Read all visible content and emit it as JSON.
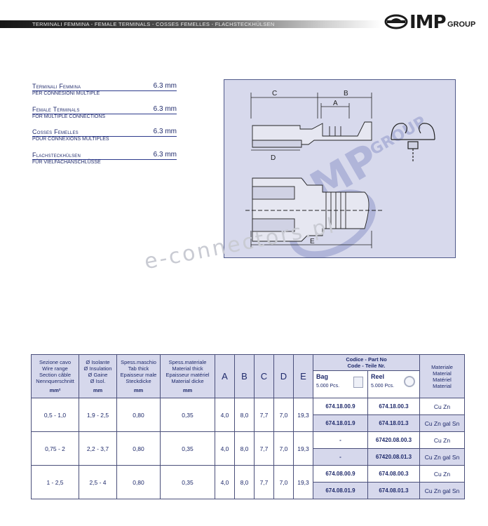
{
  "header": {
    "band_title": "TERMINALI FEMMINA - FEMALE TERMINALS - COSSES FEMELLES - FLACHSTECKHÜLSEN",
    "logo_main": "IMP",
    "logo_group": "GROUP"
  },
  "specs": [
    {
      "name": "Terminali Femmina",
      "value": "6.3 mm",
      "sub": "PER CONNESIONI MULTIPLE"
    },
    {
      "name": "Female Terminals",
      "value": "6.3 mm",
      "sub": "FOR MULTIPLE CONNECTIONS"
    },
    {
      "name": "Cosses Femelles",
      "value": "6.3 mm",
      "sub": "POUR CONNEXIONS MULTIPLES"
    },
    {
      "name": "Flachsteckhülsen",
      "value": "6.3 mm",
      "sub": "FÜR VIELFACHANSCHLÜSSE"
    }
  ],
  "drawing": {
    "dim_labels": {
      "a": "A",
      "b": "B",
      "c": "C",
      "d": "D",
      "e": "E"
    },
    "watermark_logo": "GROUP"
  },
  "watermark": "e-connectors.pl",
  "table": {
    "headers": {
      "section": [
        "Sezione cavo",
        "Wire range",
        "Section câble",
        "Nennquerschnitt"
      ],
      "section_unit": "mm²",
      "insul": [
        "Ø Isolante",
        "Ø Insulation",
        "Ø Gaine",
        "Ø Isol."
      ],
      "insul_unit": "mm",
      "tab": [
        "Spess.maschio",
        "Tab thick",
        "Epaisseur male",
        "Steckdicke"
      ],
      "tab_unit": "mm",
      "mat_thick": [
        "Spess.materiale",
        "Material thick",
        "Epaisseur matériel",
        "Material dicke"
      ],
      "mat_thick_unit": "mm",
      "A": "A",
      "B": "B",
      "C": "C",
      "D": "D",
      "E": "E",
      "code": [
        "Codice - Part No",
        "Code - Teile Nr."
      ],
      "material": [
        "Materiale",
        "Material",
        "Matériel",
        "Material"
      ],
      "bag_label": "Bag",
      "bag_qty": "5.000 Pcs.",
      "reel_label": "Reel",
      "reel_qty": "5.000 Pcs."
    },
    "groups": [
      {
        "section": "0,5 - 1,0",
        "insul": "1,9 - 2,5",
        "tab": "0,80",
        "thick": "0,35",
        "A": "4,0",
        "B": "8,0",
        "C": "7,7",
        "D": "7,0",
        "E": "19,3",
        "rows": [
          {
            "bag": "674.18.00.9",
            "reel": "674.18.00.3",
            "material": "Cu Zn"
          },
          {
            "bag": "674.18.01.9",
            "reel": "674.18.01.3",
            "material": "Cu Zn gal Sn"
          }
        ]
      },
      {
        "section": "0,75 - 2",
        "insul": "2,2 - 3,7",
        "tab": "0,80",
        "thick": "0,35",
        "A": "4,0",
        "B": "8,0",
        "C": "7,7",
        "D": "7,0",
        "E": "19,3",
        "rows": [
          {
            "bag": "-",
            "reel": "67420.08.00.3",
            "material": "Cu Zn"
          },
          {
            "bag": "-",
            "reel": "67420.08.01.3",
            "material": "Cu Zn gal Sn"
          }
        ]
      },
      {
        "section": "1 - 2,5",
        "insul": "2,5 - 4",
        "tab": "0,80",
        "thick": "0,35",
        "A": "4,0",
        "B": "8,0",
        "C": "7,7",
        "D": "7,0",
        "E": "19,3",
        "rows": [
          {
            "bag": "674.08.00.9",
            "reel": "674.08.00.3",
            "material": "Cu Zn"
          },
          {
            "bag": "674.08.01.9",
            "reel": "674.08.01.3",
            "material": "Cu Zn gal Sn"
          }
        ]
      }
    ]
  }
}
